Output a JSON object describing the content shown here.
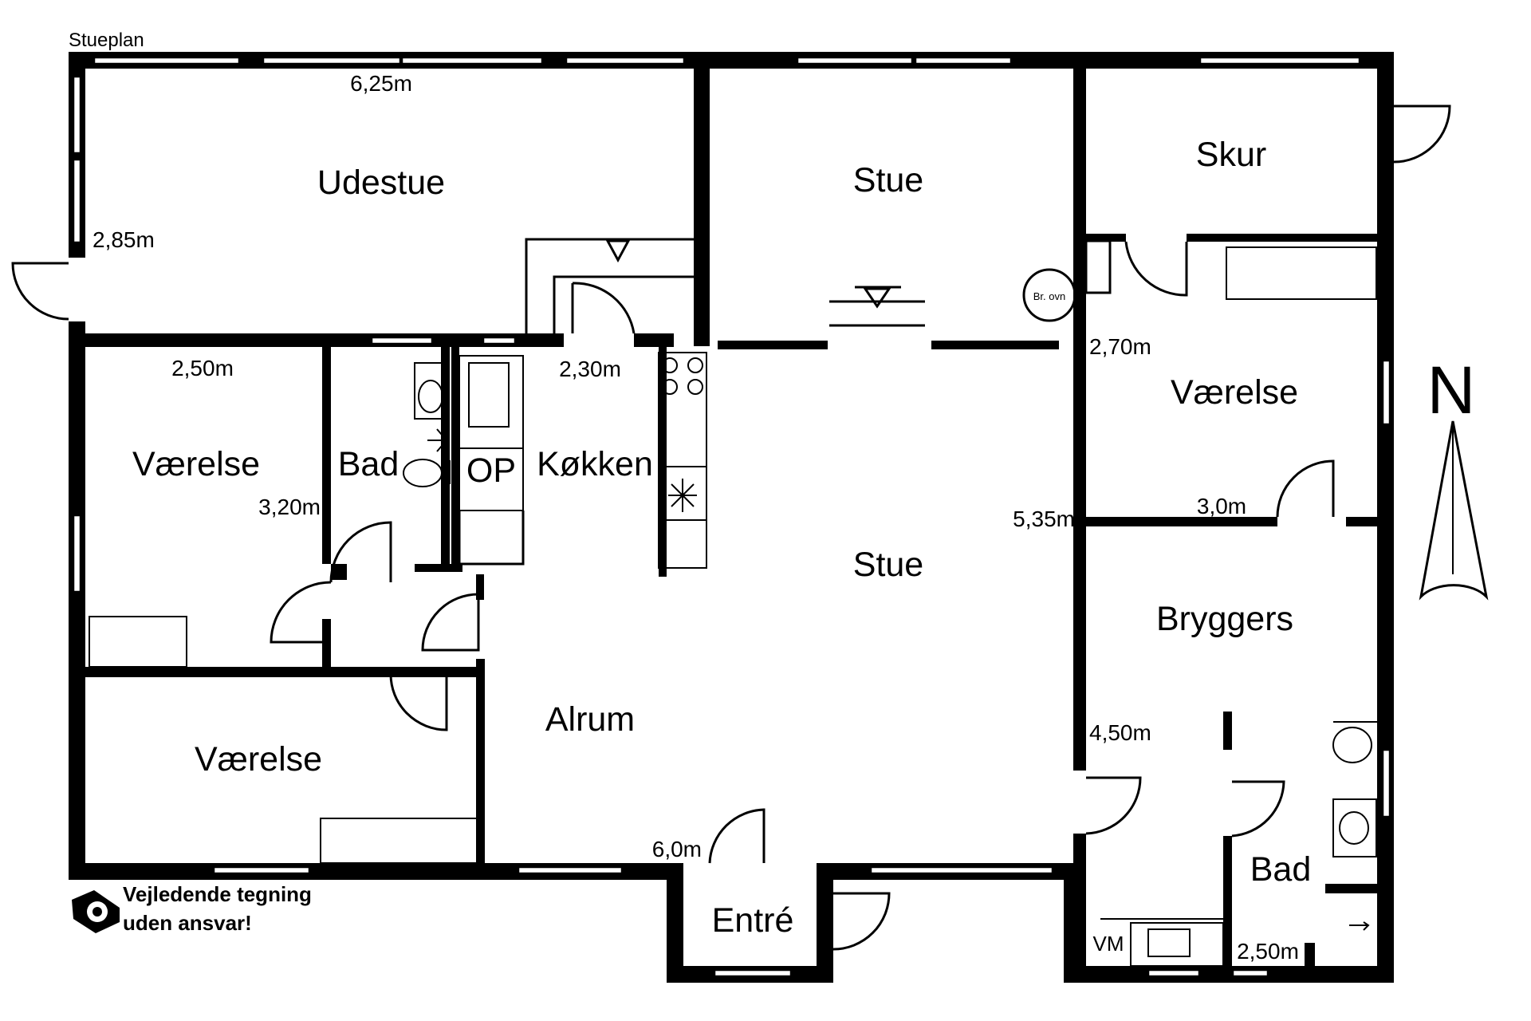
{
  "plan_title": "Stueplan",
  "rooms": {
    "udestue": "Udestue",
    "stue_top": "Stue",
    "skur": "Skur",
    "vaerelse_left": "Værelse",
    "bad_left": "Bad",
    "op": "OP",
    "kokken": "Køkken",
    "stue_main": "Stue",
    "vaerelse_right": "Værelse",
    "bryggers": "Bryggers",
    "vaerelse_bottom": "Værelse",
    "alrum": "Alrum",
    "entre": "Entré",
    "bad_right": "Bad",
    "vm": "VM"
  },
  "dimensions": {
    "udestue_width": "6,25m",
    "udestue_depth": "2,85m",
    "vaerelse_left_width": "2,50m",
    "vaerelse_left_depth": "3,20m",
    "kokken_width": "2,30m",
    "vaerelse_right_depth": "2,70m",
    "vaerelse_right_width": "3,0m",
    "stue_depth": "5,35m",
    "bryggers_depth": "4,50m",
    "alrum_width": "6,0m",
    "bad_right_width": "2,50m"
  },
  "stove_label": "Br. ovn",
  "compass_label": "N",
  "disclaimer": {
    "line1": "Vejledende tegning",
    "line2": "uden ansvar!"
  }
}
